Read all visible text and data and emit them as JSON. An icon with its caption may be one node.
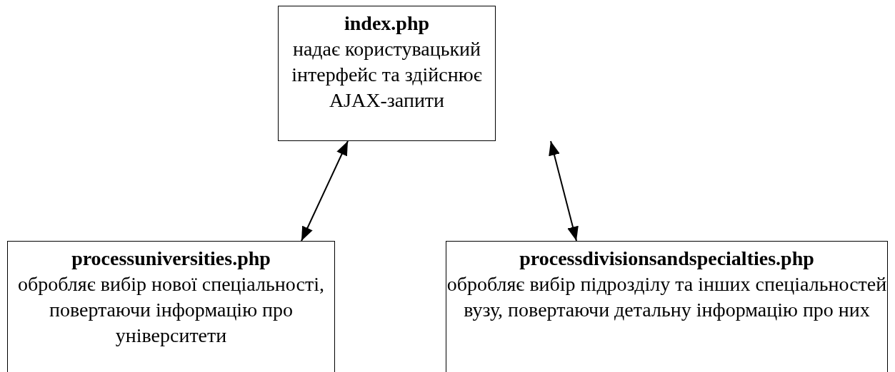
{
  "diagram": {
    "nodes": [
      {
        "text": [
          "index.php",
          "надає користувацький інтерфейс та здійснює AJAX-запити"
        ]
      },
      {
        "text": [
          "processuniversities.php",
          "обробляє вибір нової спеціальності, повертаючи інформацію про університети"
        ]
      },
      {
        "text": [
          "processdivisionsandspecialties.php",
          "обробляє вибір підрозділу та інших спеціальностей вузу, повертаючи детальну інформацію про них"
        ]
      }
    ],
    "edges": [
      {
        "from": 0,
        "to": 1,
        "arrow": "both"
      },
      {
        "from": 0,
        "to": 2,
        "arrow": "both"
      }
    ]
  }
}
